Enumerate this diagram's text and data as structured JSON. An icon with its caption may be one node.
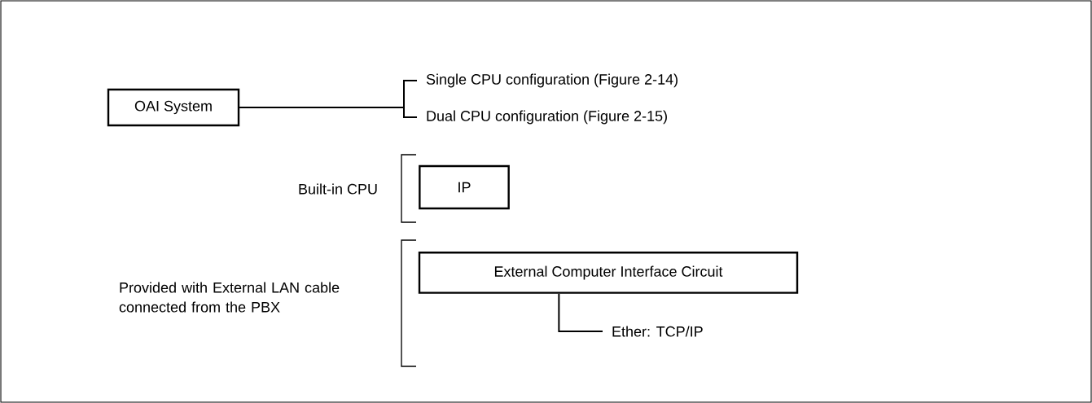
{
  "diagram": {
    "nodes": [
      {
        "text": [
          "OAI System"
        ]
      },
      {
        "text": [
          "Single CPU configuration (Figure 2-14)"
        ]
      },
      {
        "text": [
          "Dual CPU configuration (Figure 2-15)"
        ]
      },
      {
        "text": [
          "IP"
        ]
      },
      {
        "text": [
          "External Computer Interface Circuit"
        ]
      },
      {
        "text": [
          "Ether: TCP/IP"
        ]
      }
    ],
    "edges": [
      {
        "from": 0,
        "to": 1,
        "arrow": "none"
      },
      {
        "from": 0,
        "to": 2,
        "arrow": "none"
      },
      {
        "from": 4,
        "to": 5,
        "arrow": "none"
      }
    ],
    "labels": [
      "Built-in CPU",
      "Provided with External LAN cable connected from the PBX"
    ]
  }
}
